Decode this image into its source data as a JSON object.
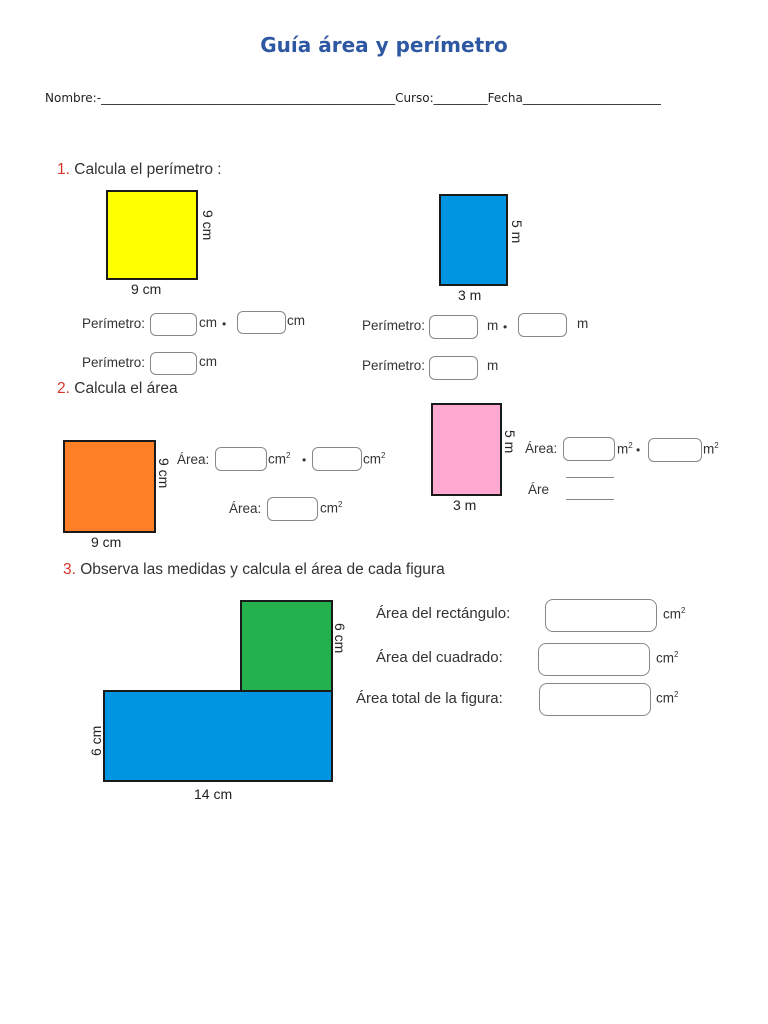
{
  "title": "Guía área y perímetro",
  "header": {
    "nombre": "Nombre:-",
    "curso": "Curso:",
    "fecha": "Fecha"
  },
  "section1": {
    "heading_num": "1.",
    "heading_text": "Calcula el perímetro :",
    "fig1": {
      "side_label": "9 cm",
      "bottom_label": "9 cm",
      "color": "#ffff00"
    },
    "fig2": {
      "side_label": "5 m",
      "bottom_label": "3 m",
      "color": "#0095e0"
    },
    "perimetro_label": "Perímetro:",
    "unit_cm": "cm",
    "unit_m": "m"
  },
  "section2": {
    "heading_num": "2.",
    "heading_text": "Calcula el área",
    "fig1": {
      "side_label": "9 cm",
      "bottom_label": "9 cm",
      "color": "#ff7f27"
    },
    "fig2": {
      "side_label": "5 m",
      "bottom_label": "3 m",
      "color": "#ffa8d0"
    },
    "area_label": "Área:",
    "area_label_cut": "Áre",
    "unit_cm2": "cm",
    "unit_m2": "m",
    "sup2": "2"
  },
  "section3": {
    "heading_num": "3.",
    "heading_text": "Observa las medidas y calcula el área de cada figura",
    "square_side": "6 cm",
    "rect_height": "6 cm",
    "rect_width": "14 cm",
    "square_color": "#22b14c",
    "rect_color": "#0095e0",
    "row1": "Área del rectángulo:",
    "row2": "Área del cuadrado:",
    "row3": "Área total de la figura:",
    "unit": "cm",
    "sup2": "2"
  }
}
